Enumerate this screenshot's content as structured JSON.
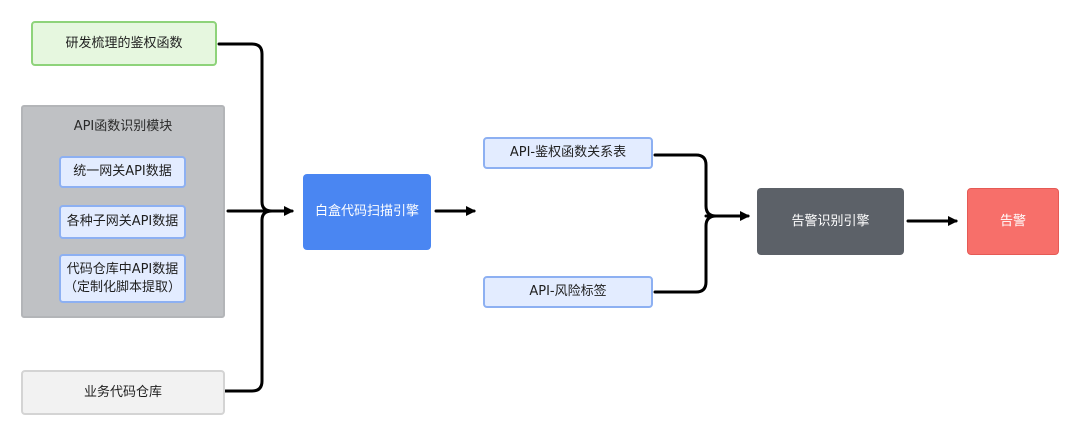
{
  "nodes": {
    "auth_functions": "研发梳理的鉴权函数",
    "api_module_title": "API函数识别模块",
    "gateway_data": "统一网关API数据",
    "subgateway_data": "各种子网关API数据",
    "repo_api_line1": "代码仓库中API数据",
    "repo_api_line2": "（定制化脚本提取）",
    "business_repo": "业务代码仓库",
    "whitebox_engine": "白盒代码扫描引擎",
    "api_auth_table": "API-鉴权函数关系表",
    "api_risk_tag": "API-风险标签",
    "alert_engine": "告警识别引擎",
    "alert": "告警"
  },
  "colors": {
    "whitebox_engine": "#4a86f2",
    "alert_engine": "#5c6168",
    "alert": "#f76f6a",
    "green_border": "#8ed37a",
    "blue_border": "#8db0f2",
    "edge": "#000000"
  }
}
